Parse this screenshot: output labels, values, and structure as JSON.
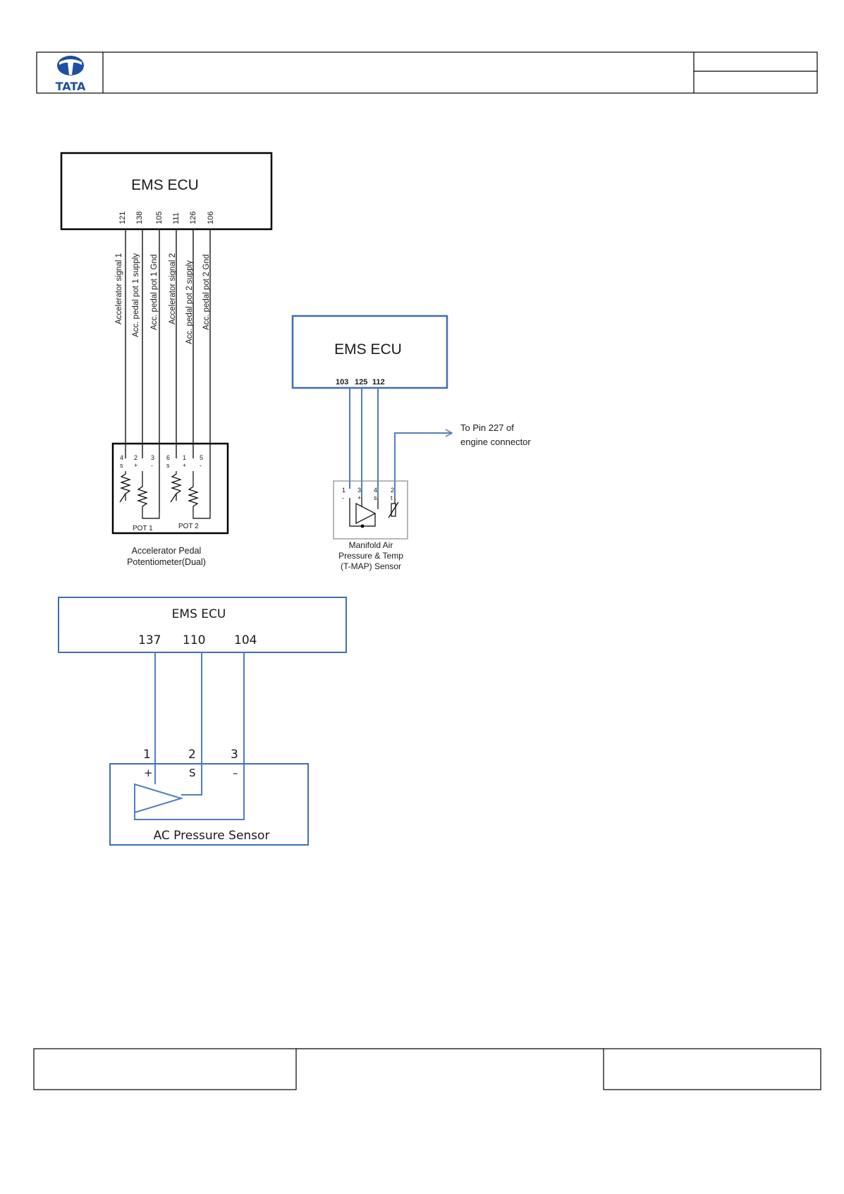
{
  "header": {
    "logo_text": "TATA"
  },
  "diagram1": {
    "ecu_label": "EMS ECU",
    "pins": [
      "121",
      "138",
      "105",
      "111",
      "126",
      "106"
    ],
    "signals": [
      "Accelerator signal 1",
      "Acc. pedal pot 1 supply",
      "Acc. pedal pot 1 Gnd",
      "Accelerator signal 2",
      "Acc. pedal pot 2 supply",
      "Acc. pedal pot 2 Gnd"
    ],
    "connector_pins": [
      "4",
      "2",
      "3",
      "6",
      "1",
      "5"
    ],
    "connector_marks": [
      "s",
      "+",
      "-",
      "s",
      "+",
      "-"
    ],
    "pot1_label": "POT 1",
    "pot2_label": "POT 2",
    "caption_line1": "Accelerator Pedal",
    "caption_line2": "Potentiometer(Dual)"
  },
  "diagram2": {
    "ecu_label": "EMS ECU",
    "pins": [
      "103",
      "125",
      "112"
    ],
    "note_line1": "To Pin 227 of",
    "note_line2": "engine connector",
    "sensor_pins": [
      "1",
      "3",
      "4",
      "2"
    ],
    "sensor_marks": [
      "-",
      "+",
      "s",
      "t"
    ],
    "caption_line1": "Manifold Air",
    "caption_line2": "Pressure & Temp",
    "caption_line3": "(T-MAP) Sensor"
  },
  "diagram3": {
    "ecu_label": "EMS ECU",
    "pins": [
      "137",
      "110",
      "104"
    ],
    "sensor_pins": [
      "1",
      "2",
      "3"
    ],
    "sensor_marks": [
      "+",
      "S",
      "–"
    ],
    "sensor_label": "AC Pressure Sensor"
  },
  "colors": {
    "wire_blue": "#4f7fbf",
    "line_black": "#000000"
  }
}
